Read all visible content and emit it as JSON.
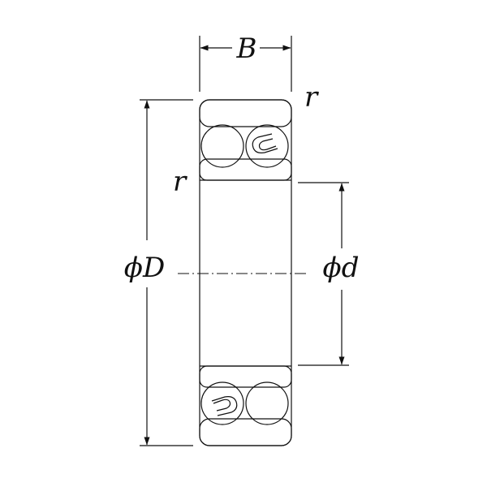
{
  "labels": {
    "width": "B",
    "radius_top_right": "r",
    "radius_left": "r",
    "outer_diameter": "ϕD",
    "bore_diameter": "ϕd"
  },
  "colors": {
    "line": "#111111",
    "ring_fill": "#d9d9d9",
    "ball_fill": "#ffffff",
    "background": "#ffffff"
  }
}
